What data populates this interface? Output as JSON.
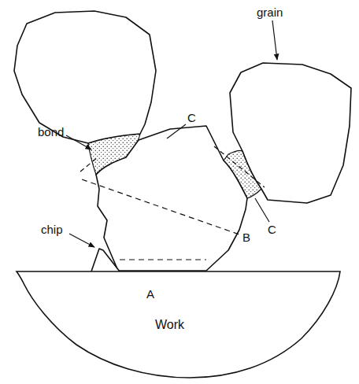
{
  "diagram": {
    "nodes": [
      {
        "text": [
          "Work"
        ]
      }
    ],
    "labels": [
      "grain",
      "bond",
      "C",
      "C",
      "chip",
      "B",
      "A"
    ]
  }
}
